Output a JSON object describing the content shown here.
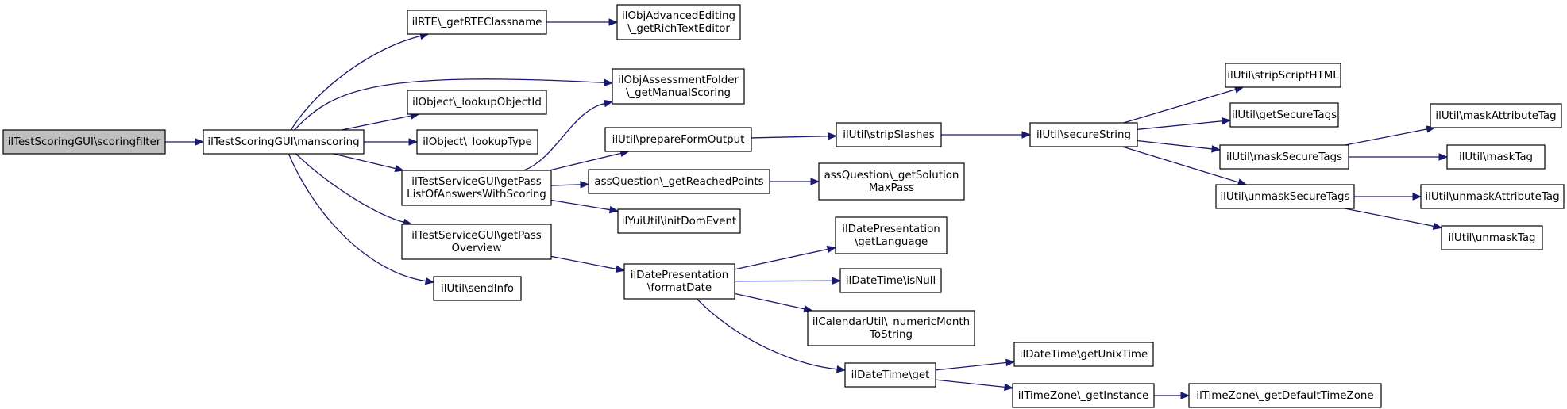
{
  "graph": {
    "colors": {
      "edge": "#191970",
      "node_border": "#000000",
      "root_fill": "#bfbfbf",
      "node_fill": "#ffffff"
    },
    "nodes": [
      {
        "id": "scoringfilter",
        "lines": [
          "ilTestScoringGUI\\scoringfilter"
        ],
        "root": true
      },
      {
        "id": "manscoring",
        "lines": [
          "ilTestScoringGUI\\manscoring"
        ]
      },
      {
        "id": "getRTEClassname",
        "lines": [
          "ilRTE\\_getRTEClassname"
        ]
      },
      {
        "id": "getRichTextEditor",
        "lines": [
          "ilObjAdvancedEditing",
          "\\_getRichTextEditor"
        ]
      },
      {
        "id": "getManualScoring",
        "lines": [
          "ilObjAssessmentFolder",
          "\\_getManualScoring"
        ]
      },
      {
        "id": "lookupObjectId",
        "lines": [
          "ilObject\\_lookupObjectId"
        ]
      },
      {
        "id": "lookupType",
        "lines": [
          "ilObject\\_lookupType"
        ]
      },
      {
        "id": "getPassListOfAnswers",
        "lines": [
          "ilTestServiceGUI\\getPass",
          "ListOfAnswersWithScoring"
        ]
      },
      {
        "id": "getPassOverview",
        "lines": [
          "ilTestServiceGUI\\getPass",
          "Overview"
        ]
      },
      {
        "id": "sendInfo",
        "lines": [
          "ilUtil\\sendInfo"
        ]
      },
      {
        "id": "prepareFormOutput",
        "lines": [
          "ilUtil\\prepareFormOutput"
        ]
      },
      {
        "id": "getReachedPoints",
        "lines": [
          "assQuestion\\_getReachedPoints"
        ]
      },
      {
        "id": "initDomEvent",
        "lines": [
          "ilYuiUtil\\initDomEvent"
        ]
      },
      {
        "id": "stripSlashes",
        "lines": [
          "ilUtil\\stripSlashes"
        ]
      },
      {
        "id": "getSolutionMaxPass",
        "lines": [
          "assQuestion\\_getSolution",
          "MaxPass"
        ]
      },
      {
        "id": "formatDate",
        "lines": [
          "ilDatePresentation",
          "\\formatDate"
        ]
      },
      {
        "id": "getLanguage",
        "lines": [
          "ilDatePresentation",
          "\\getLanguage"
        ]
      },
      {
        "id": "isNull",
        "lines": [
          "ilDateTime\\isNull"
        ]
      },
      {
        "id": "numericMonthToString",
        "lines": [
          "ilCalendarUtil\\_numericMonth",
          "ToString"
        ]
      },
      {
        "id": "dtGet",
        "lines": [
          "ilDateTime\\get"
        ]
      },
      {
        "id": "getUnixTime",
        "lines": [
          "ilDateTime\\getUnixTime"
        ]
      },
      {
        "id": "tzGetInstance",
        "lines": [
          "ilTimeZone\\_getInstance"
        ]
      },
      {
        "id": "getDefaultTimeZone",
        "lines": [
          "ilTimeZone\\_getDefaultTimeZone"
        ]
      },
      {
        "id": "secureString",
        "lines": [
          "ilUtil\\secureString"
        ]
      },
      {
        "id": "stripScriptHTML",
        "lines": [
          "ilUtil\\stripScriptHTML"
        ]
      },
      {
        "id": "getSecureTags",
        "lines": [
          "ilUtil\\getSecureTags"
        ]
      },
      {
        "id": "maskSecureTags",
        "lines": [
          "ilUtil\\maskSecureTags"
        ]
      },
      {
        "id": "unmaskSecureTags",
        "lines": [
          "ilUtil\\unmaskSecureTags"
        ]
      },
      {
        "id": "maskAttributeTag",
        "lines": [
          "ilUtil\\maskAttributeTag"
        ]
      },
      {
        "id": "maskTag",
        "lines": [
          "ilUtil\\maskTag"
        ]
      },
      {
        "id": "unmaskAttributeTag",
        "lines": [
          "ilUtil\\unmaskAttributeTag"
        ]
      },
      {
        "id": "unmaskTag",
        "lines": [
          "ilUtil\\unmaskTag"
        ]
      }
    ],
    "edges": [
      {
        "from": "scoringfilter",
        "to": "manscoring"
      },
      {
        "from": "manscoring",
        "to": "getRTEClassname"
      },
      {
        "from": "manscoring",
        "to": "getManualScoring"
      },
      {
        "from": "manscoring",
        "to": "lookupObjectId"
      },
      {
        "from": "manscoring",
        "to": "lookupType"
      },
      {
        "from": "manscoring",
        "to": "getPassListOfAnswers"
      },
      {
        "from": "manscoring",
        "to": "getPassOverview"
      },
      {
        "from": "manscoring",
        "to": "sendInfo"
      },
      {
        "from": "getRTEClassname",
        "to": "getRichTextEditor"
      },
      {
        "from": "getPassListOfAnswers",
        "to": "getManualScoring"
      },
      {
        "from": "getPassListOfAnswers",
        "to": "prepareFormOutput"
      },
      {
        "from": "getPassListOfAnswers",
        "to": "getReachedPoints"
      },
      {
        "from": "getPassListOfAnswers",
        "to": "initDomEvent"
      },
      {
        "from": "prepareFormOutput",
        "to": "stripSlashes"
      },
      {
        "from": "getReachedPoints",
        "to": "getSolutionMaxPass"
      },
      {
        "from": "getPassOverview",
        "to": "formatDate"
      },
      {
        "from": "formatDate",
        "to": "getLanguage"
      },
      {
        "from": "formatDate",
        "to": "isNull"
      },
      {
        "from": "formatDate",
        "to": "numericMonthToString"
      },
      {
        "from": "formatDate",
        "to": "dtGet"
      },
      {
        "from": "dtGet",
        "to": "getUnixTime"
      },
      {
        "from": "dtGet",
        "to": "tzGetInstance"
      },
      {
        "from": "tzGetInstance",
        "to": "getDefaultTimeZone"
      },
      {
        "from": "stripSlashes",
        "to": "secureString"
      },
      {
        "from": "secureString",
        "to": "stripScriptHTML"
      },
      {
        "from": "secureString",
        "to": "getSecureTags"
      },
      {
        "from": "secureString",
        "to": "maskSecureTags"
      },
      {
        "from": "secureString",
        "to": "unmaskSecureTags"
      },
      {
        "from": "maskSecureTags",
        "to": "maskAttributeTag"
      },
      {
        "from": "maskSecureTags",
        "to": "maskTag"
      },
      {
        "from": "unmaskSecureTags",
        "to": "unmaskAttributeTag"
      },
      {
        "from": "unmaskSecureTags",
        "to": "unmaskTag"
      }
    ]
  }
}
